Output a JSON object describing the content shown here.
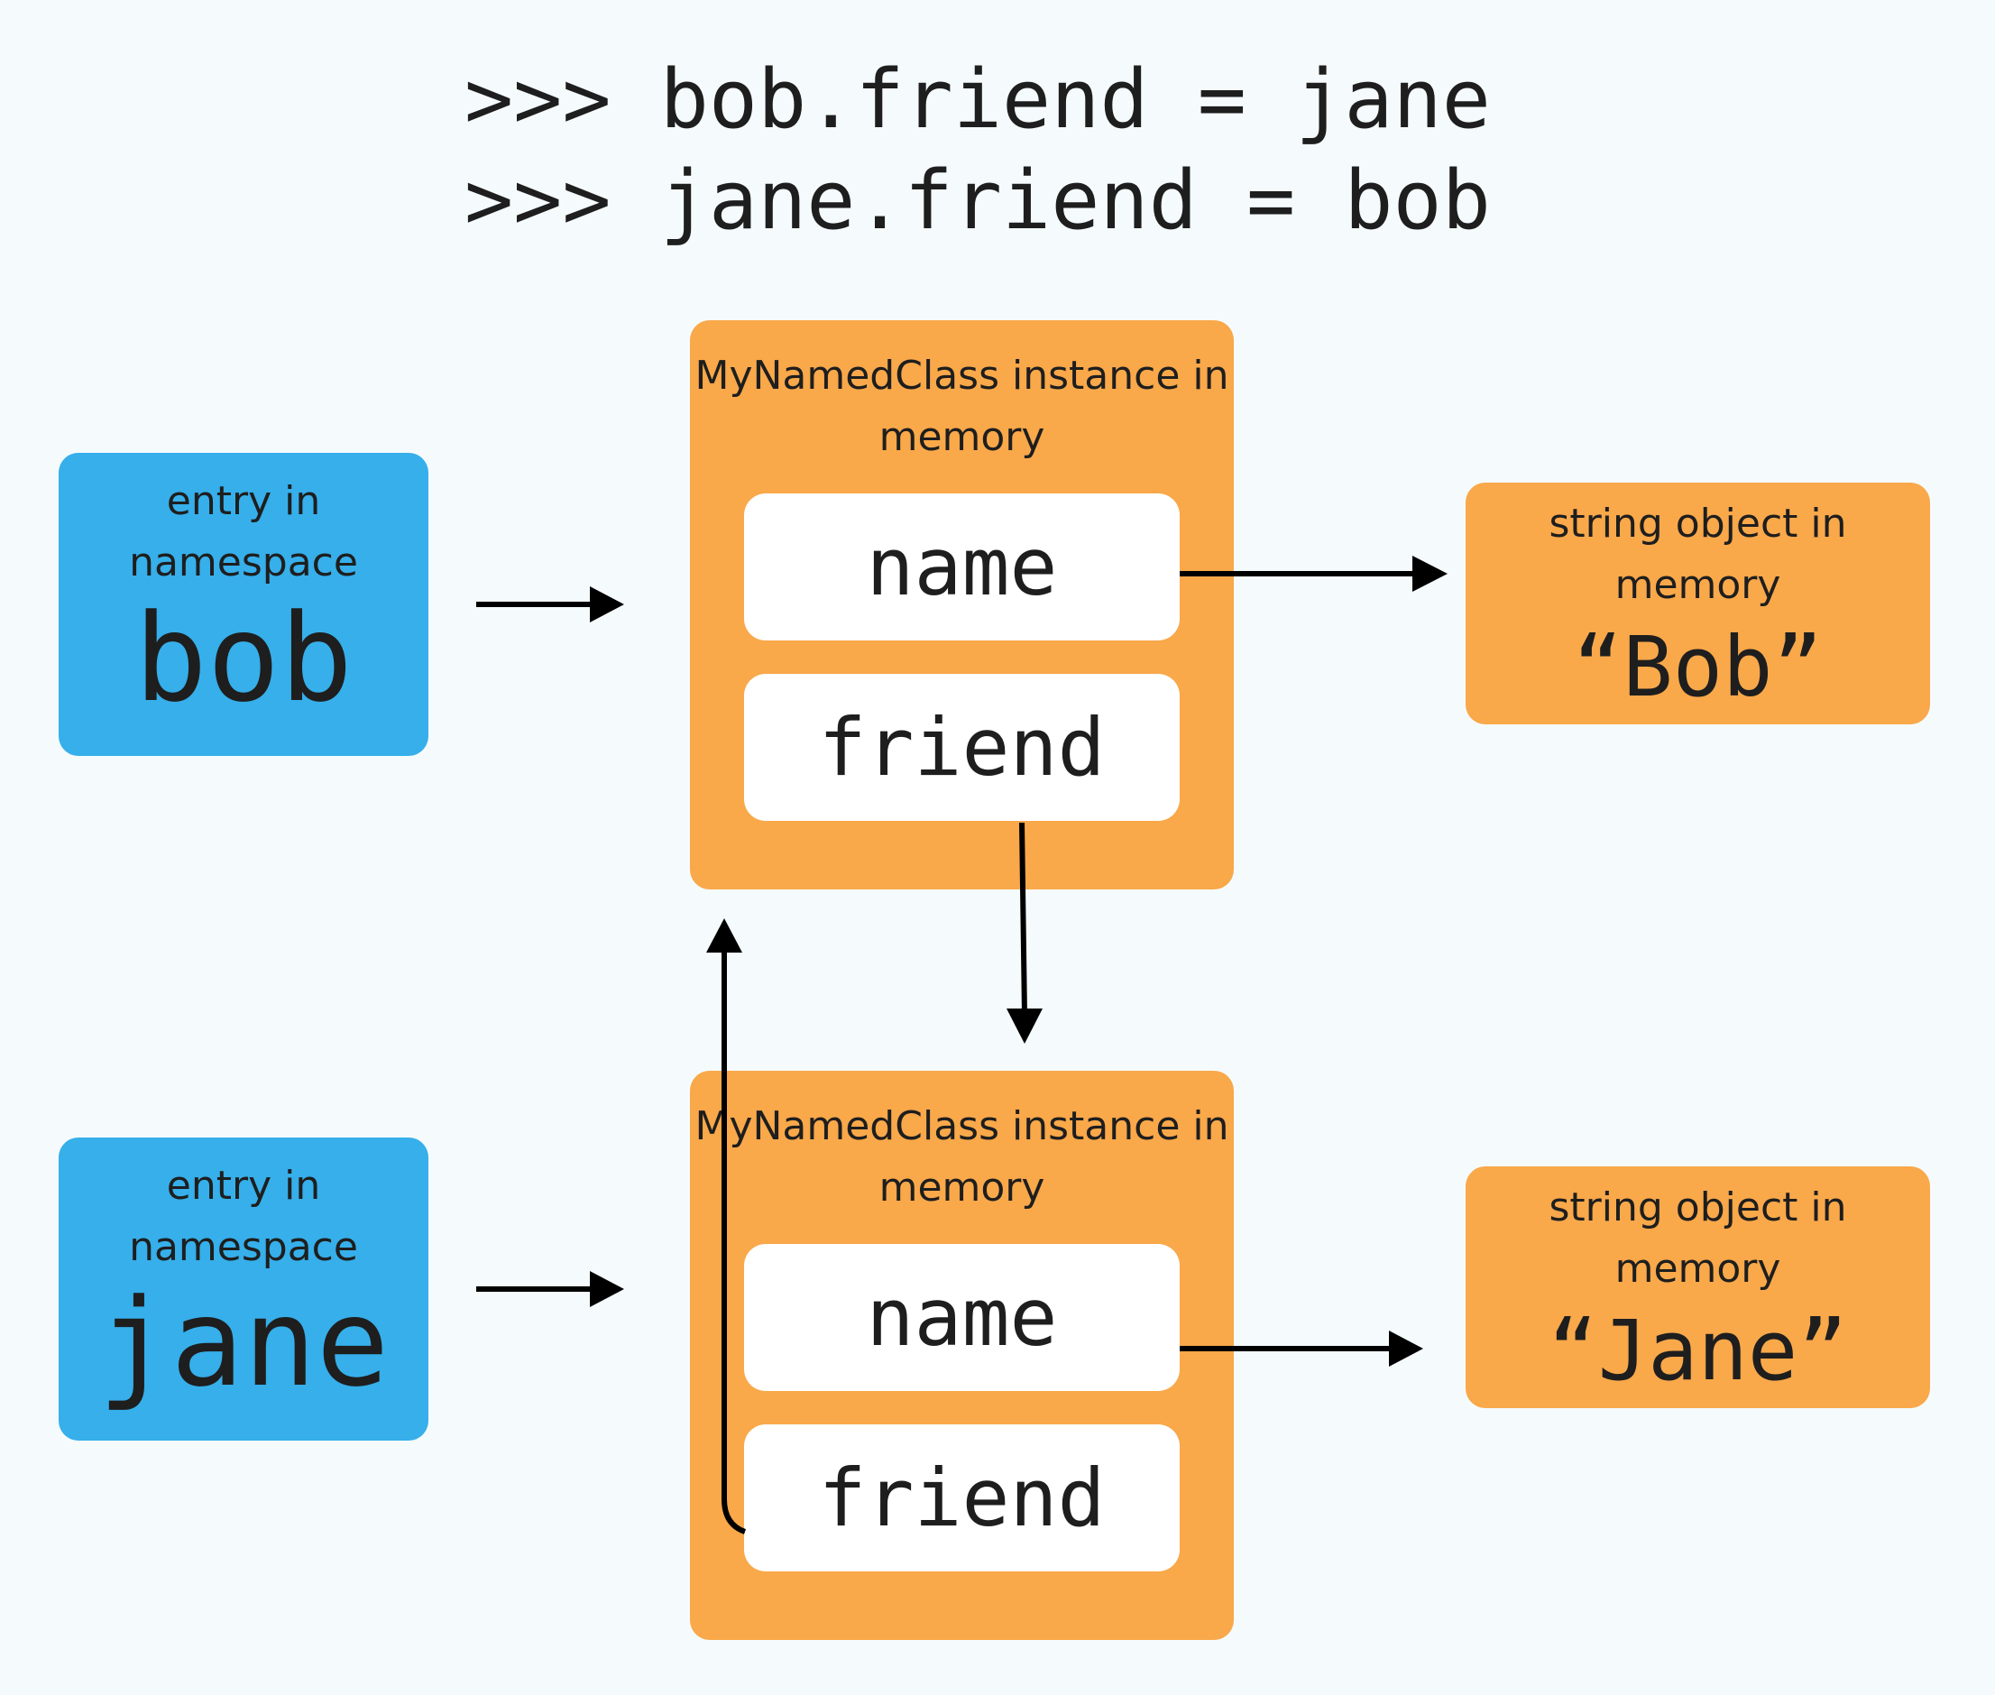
{
  "code": {
    "line1": ">>> bob.friend = jane",
    "line2": ">>> jane.friend = bob"
  },
  "namespace_entries": [
    {
      "caption": "entry in namespace",
      "name": "bob"
    },
    {
      "caption": "entry in namespace",
      "name": "jane"
    }
  ],
  "instances": [
    {
      "caption": "MyNamedClass instance in memory",
      "attrs": [
        "name",
        "friend"
      ]
    },
    {
      "caption": "MyNamedClass instance in memory",
      "attrs": [
        "name",
        "friend"
      ]
    }
  ],
  "strings": [
    {
      "caption": "string object in memory",
      "value": "“Bob”"
    },
    {
      "caption": "string object in memory",
      "value": "“Jane”"
    }
  ],
  "colors": {
    "background": "#f5fbfd",
    "namespace_box": "#36afea",
    "object_box": "#f9a84a",
    "slot": "#ffffff",
    "arrow": "#000000",
    "text": "#1e1e1e"
  }
}
